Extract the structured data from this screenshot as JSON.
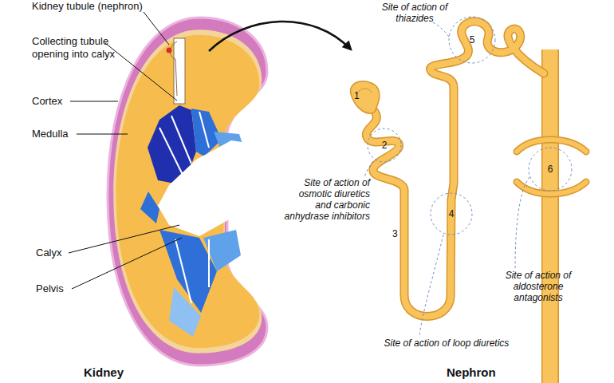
{
  "diagram": {
    "nodes": [
      {
        "text": [
          "2"
        ]
      },
      {
        "text": [
          "4"
        ]
      },
      {
        "text": [
          "5"
        ]
      },
      {
        "text": [
          "6"
        ]
      }
    ],
    "labels": [
      "Kidney tubule (nephron)",
      "Collecting tubule opening into calyx",
      "Cortex",
      "Medulla",
      "Calyx",
      "Pelvis",
      "Site of action of thiazides",
      "1",
      "Site of action of osmotic diuretics and carbonic anhydrase inhibitors",
      "3",
      "Site of action of loop diuretics",
      "Site of action of aldosterone antagonists",
      "Kidney",
      "Nephron"
    ]
  }
}
